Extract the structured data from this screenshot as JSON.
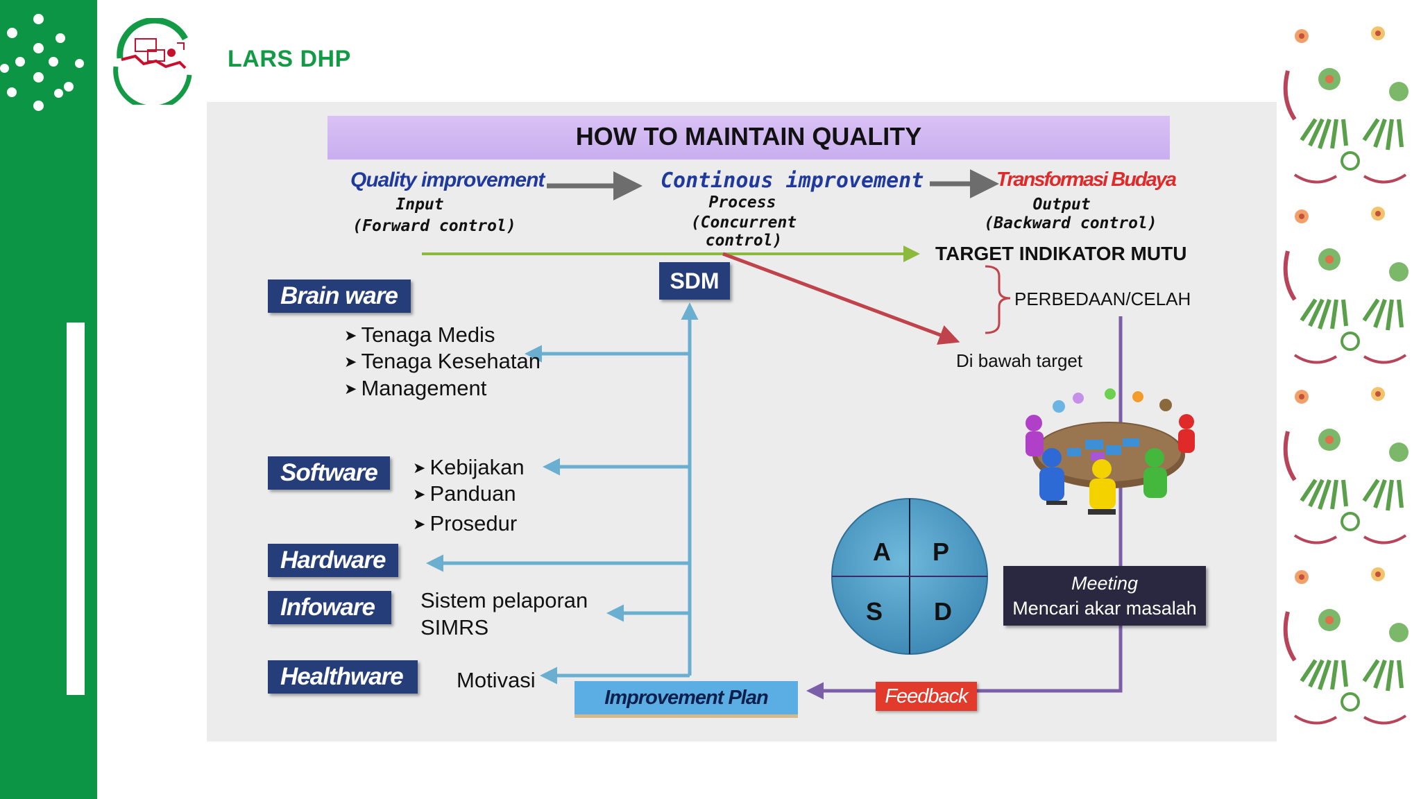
{
  "brand": {
    "title": "LARS DHP"
  },
  "slide": {
    "title": "HOW TO MAINTAIN QUALITY",
    "stages": [
      {
        "name": "Quality improvement",
        "role": "Input",
        "control": "(Forward control)",
        "color": "#1f3a9c"
      },
      {
        "name": "Continous improvement",
        "role": "Process",
        "control": "(Concurrent control)",
        "color": "#1f3a9c"
      },
      {
        "name": "Transformasi Budaya",
        "role": "Output",
        "control": "(Backward control)",
        "color": "#e02a2a"
      }
    ],
    "target": "TARGET INDIKATOR MUTU",
    "gap": "PERBEDAAN/CELAH",
    "below_target": "Di bawah target",
    "sdm": "SDM",
    "categories": [
      {
        "label": "Brain ware",
        "items": [
          "Tenaga Medis",
          "Tenaga Kesehatan",
          "Management"
        ]
      },
      {
        "label": "Software",
        "items": [
          "Kebijakan",
          "Panduan",
          "Prosedur"
        ]
      },
      {
        "label": "Hardware",
        "items": []
      },
      {
        "label": "Infoware",
        "items": [
          "Sistem pelaporan",
          "SIMRS"
        ]
      },
      {
        "label": "Healthware",
        "items": [
          "Motivasi"
        ]
      }
    ],
    "pdca": [
      "A",
      "P",
      "S",
      "D"
    ],
    "meeting": {
      "line1": "Meeting",
      "line2": "Mencari akar masalah"
    },
    "improvement_plan": "Improvement Plan",
    "feedback": "Feedback"
  },
  "colors": {
    "brand_green": "#0c9544",
    "category_blue": "#253e7a",
    "arrow_blue": "#6aaed0",
    "arrow_purple": "#7a5fa8",
    "arrow_red": "#c0424a",
    "arrow_green": "#8cba3c",
    "title_purple": "#cdb4f1"
  },
  "icons": [
    "bullet-arrow-icon",
    "meeting-people-icon",
    "floral-border-icon",
    "logo-map-icon"
  ]
}
